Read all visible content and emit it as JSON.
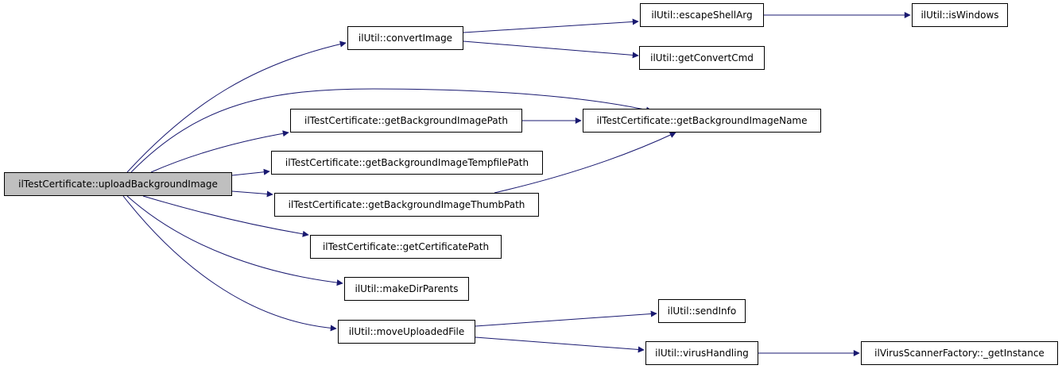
{
  "nodes": {
    "upload_background_image": "ilTestCertificate::uploadBackgroundImage",
    "convert_image": "ilUtil::convertImage",
    "escape_shell_arg": "ilUtil::escapeShellArg",
    "is_windows": "ilUtil::isWindows",
    "get_convert_cmd": "ilUtil::getConvertCmd",
    "get_background_image_path": "ilTestCertificate::getBackgroundImagePath",
    "get_background_image_name": "ilTestCertificate::getBackgroundImageName",
    "get_background_image_tempfile_path": "ilTestCertificate::getBackgroundImageTempfilePath",
    "get_background_image_thumb_path": "ilTestCertificate::getBackgroundImageThumbPath",
    "get_certificate_path": "ilTestCertificate::getCertificatePath",
    "make_dir_parents": "ilUtil::makeDirParents",
    "move_uploaded_file": "ilUtil::moveUploadedFile",
    "send_info": "ilUtil::sendInfo",
    "virus_handling": "ilUtil::virusHandling",
    "get_instance": "ilVirusScannerFactory::_getInstance"
  },
  "colors": {
    "edge": "#191970",
    "root_fill": "#bfbfbf",
    "node_fill": "#ffffff",
    "node_border": "#000000"
  }
}
